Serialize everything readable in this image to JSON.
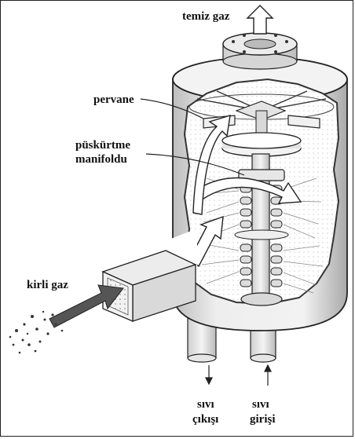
{
  "labels": {
    "clean_gas": "temiz gaz",
    "impeller": "pervane",
    "spray_manifold_line1": "püskürtme",
    "spray_manifold_line2": "manifoldu",
    "dirty_gas": "kirli gaz",
    "liquid_outlet_line1": "sıvı",
    "liquid_outlet_line2": "çıkışı",
    "liquid_inlet_line1": "sıvı",
    "liquid_inlet_line2": "girişi"
  }
}
